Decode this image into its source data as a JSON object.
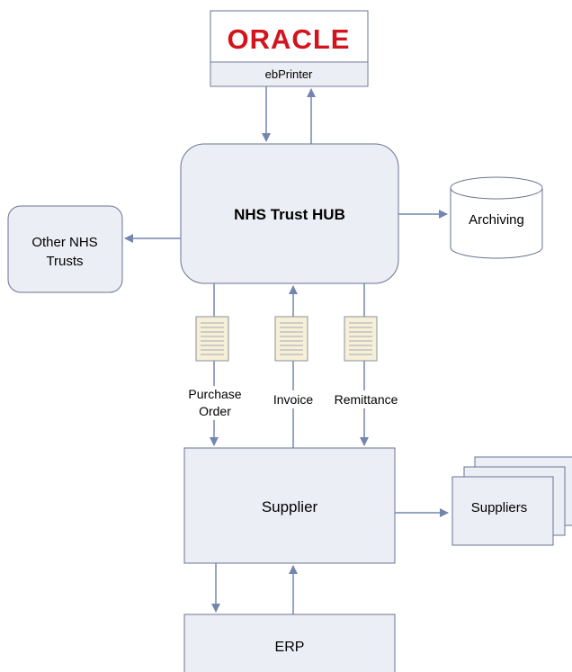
{
  "oracle": {
    "logo_text": "ORACLE",
    "product_label": "ebPrinter"
  },
  "hub": {
    "label": "NHS Trust HUB"
  },
  "other_trusts": {
    "line1": "Other NHS",
    "line2": "Trusts"
  },
  "archiving": {
    "label": "Archiving"
  },
  "documents": {
    "purchase_order": {
      "line1": "Purchase",
      "line2": "Order"
    },
    "invoice": {
      "label": "Invoice"
    },
    "remittance": {
      "label": "Remittance"
    }
  },
  "supplier": {
    "label": "Supplier"
  },
  "suppliers": {
    "label": "Suppliers"
  },
  "erp": {
    "label": "ERP"
  },
  "colors": {
    "box_fill": "#eceef5",
    "box_stroke": "#6a7392",
    "arrow": "#7486b0",
    "oracle_red": "#d3141c",
    "doc_fill": "#f5f0d6",
    "doc_lines": "#a5a9b6"
  }
}
